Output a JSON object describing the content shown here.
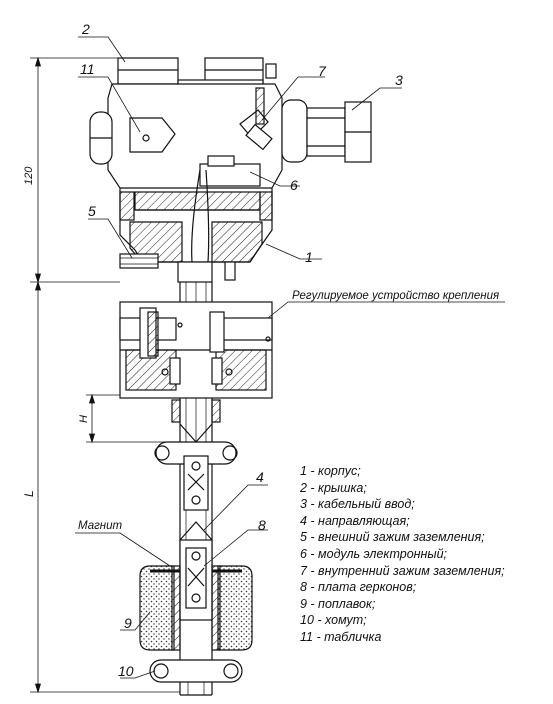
{
  "callouts": {
    "c1": "1",
    "c2": "2",
    "c3": "3",
    "c4": "4",
    "c5": "5",
    "c6": "6",
    "c7": "7",
    "c8": "8",
    "c9": "9",
    "c10": "10",
    "c11": "11"
  },
  "labels": {
    "mount": "Регулируемое устройство крепления",
    "magnet": "Магнит"
  },
  "dimensions": {
    "d120": "120",
    "dL": "L",
    "dH": "H"
  },
  "legend": [
    "1 - корпус;",
    "2 - крышка;",
    "3 - кабельный ввод;",
    "4 - направляющая;",
    "5 - внешний зажим заземления;",
    "6 - модуль электронный;",
    "7 - внутренний зажим заземления;",
    "8 - плата герконов;",
    "9 - поплавок;",
    "10 - хомут;",
    "11 - табличка"
  ]
}
